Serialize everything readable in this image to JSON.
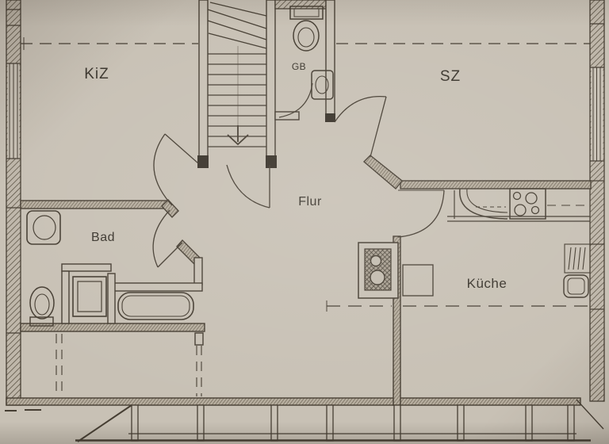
{
  "document": {
    "type": "architectural-floor-plan",
    "language": "de"
  },
  "colors": {
    "paper": "#c9c2b6",
    "ink": "#453d31",
    "ink_dark": "#383128"
  },
  "rooms": [
    {
      "id": "kiz",
      "label": "KiZ"
    },
    {
      "id": "gb",
      "label": "GB"
    },
    {
      "id": "sz",
      "label": "SZ"
    },
    {
      "id": "flur",
      "label": "Flur"
    },
    {
      "id": "bad",
      "label": "Bad"
    },
    {
      "id": "kueche",
      "label": "Küche"
    }
  ],
  "fixtures": {
    "gb": [
      "cistern",
      "toilet",
      "washbasin"
    ],
    "bad": [
      "washbasin",
      "toilet",
      "washing-machine",
      "bathtub"
    ],
    "kueche": [
      "double-sink",
      "stove-4-burners",
      "service-shaft",
      "table",
      "radiator",
      "basin"
    ],
    "common": [
      "staircase-down",
      "dormer-window-band",
      "roof-slope-dashed-lines"
    ]
  }
}
